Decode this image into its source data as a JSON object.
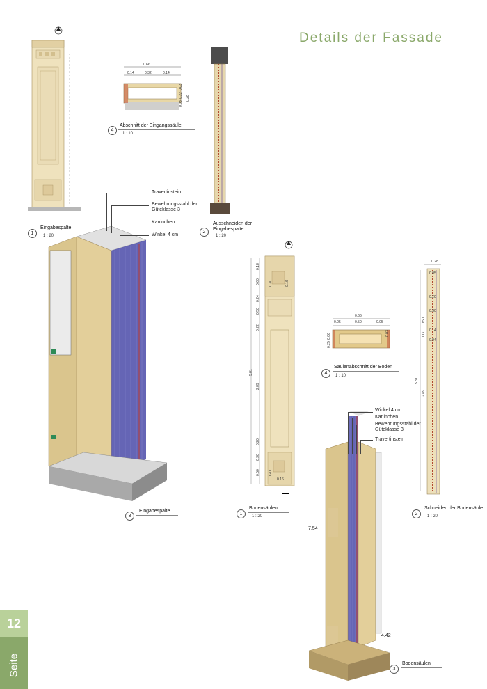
{
  "page": {
    "title": "Details der Fassade",
    "number": "12",
    "label": "Seite"
  },
  "drawings": {
    "eingabespalte_elevation": {
      "num": "1",
      "title": "Eingabespalte",
      "scale": "1 : 20"
    },
    "eingangssaeule_section": {
      "num": "4",
      "title": "Abschnitt der Eingangssäule",
      "scale": "1 : 10",
      "dims_top": [
        "0.66",
        "0.14",
        "0.32",
        "0.14"
      ],
      "dims_side": [
        "0.03",
        "0.22",
        "0.03",
        "0.28"
      ]
    },
    "eingabespalte_cut": {
      "num": "2",
      "title": "Ausschneiden der Eingabespalte",
      "scale": "1 : 20"
    },
    "eingabespalte_iso": {
      "num": "3",
      "title": "Eingabespalte",
      "callouts": [
        "Travertinstein",
        "Bewehrungsstahl der Güteklasse 3",
        "Kaninchen",
        "Winkel 4 cm"
      ]
    },
    "bodensaeulen_elevation": {
      "num": "1",
      "title": "Bodensäulen",
      "scale": "1 : 20",
      "dims": [
        "0.18",
        "0.60",
        "0.24",
        "0.50",
        "0.22",
        "2.89",
        "0.20",
        "0.30",
        "0.50",
        "5.81",
        "0.30",
        "0.16",
        "0.20",
        "0.16"
      ]
    },
    "boden_section": {
      "num": "4",
      "title": "Säulenabschnitt der Böden",
      "scale": "1 : 10",
      "dims_top": [
        "0.66",
        "0.05",
        "0.50",
        "0.05"
      ],
      "dims_side": [
        "0.25",
        "0.06",
        "0.03"
      ]
    },
    "bodensaeulen_cut": {
      "num": "2",
      "title": "Schneiden der Bodensäule",
      "scale": "1 : 20",
      "dims": [
        "0.28",
        "0.05",
        "0.20",
        "0.30",
        "0.14",
        "0.04",
        "5.81",
        "2.89",
        "0.50",
        "0.17"
      ]
    },
    "bodensaeulen_iso": {
      "num": "3",
      "title": "Bodensäulen",
      "callouts": [
        "Winkel 4 cm",
        "Kaninchen",
        "Bewehrungsstahl der Güteklasse 3",
        "Travertinstein"
      ],
      "levels": [
        "7.54",
        "4.42"
      ]
    }
  }
}
